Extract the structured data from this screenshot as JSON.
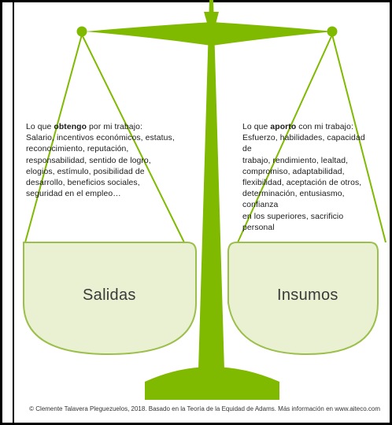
{
  "left": {
    "intro_prefix": "Lo que ",
    "intro_emphasis": "obtengo",
    "intro_suffix": " por mi trabajo:",
    "lines": [
      "Salario, incentivos económicos, estatus,",
      "reconocimiento, reputación,",
      "responsabilidad, sentido de logro,",
      "elogios, estímulo, posibilidad de",
      "desarrollo, beneficios sociales,",
      "seguridad en el empleo…"
    ],
    "pan_label": "Salidas"
  },
  "right": {
    "intro_prefix": "Lo que ",
    "intro_emphasis": "aporto",
    "intro_suffix": " con mi trabajo:",
    "lines": [
      "Esfuerzo, habilidades, capacidad de",
      "trabajo, rendimiento, lealtad,",
      "compromiso, adaptabilidad,",
      "flexibilidad, aceptación de otros,",
      "determinación, entusiasmo, confianza",
      "en los superiores, sacrificio personal"
    ],
    "pan_label": "Insumos"
  },
  "credit": "© Clemente Talavera Pleguezuelos, 2018. Basado en la Teoría de la Equidad de Adams. Más información en www.aiteco.com",
  "colors": {
    "scale_green": "#7fba00",
    "pan_fill": "#e9f1d2",
    "pan_stroke": "#9bbf4a",
    "frame": "#000000"
  }
}
